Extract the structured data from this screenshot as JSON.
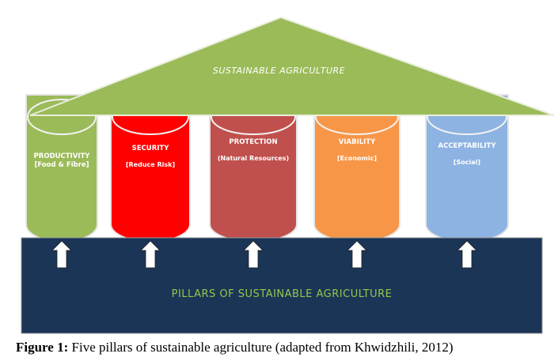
{
  "roof": {
    "title": "SUSTAINABLE AGRICULTURE",
    "color": "#9bbb59"
  },
  "base": {
    "title": "PILLARS OF SUSTAINABLE AGRICULTURE",
    "color": "#1b3557"
  },
  "pillars": [
    {
      "title": "PRODUCTIVITY",
      "subtitle": "[Food & Fibre]",
      "color": "#9bbb59"
    },
    {
      "title": "SECURITY",
      "subtitle": "[Reduce Risk]",
      "color": "#ff0000"
    },
    {
      "title": "PROTECTION",
      "subtitle": "(Natural Resources)",
      "color": "#c0504d"
    },
    {
      "title": "VIABILITY",
      "subtitle": "[Economic]",
      "color": "#f79646"
    },
    {
      "title": "ACCEPTABILITY",
      "subtitle": "[Social]",
      "color": "#8db3e2"
    }
  ],
  "caption": {
    "label": "Figure 1:",
    "text": " Five pillars of sustainable agriculture (adapted from Khwidzhili, 2012)"
  }
}
